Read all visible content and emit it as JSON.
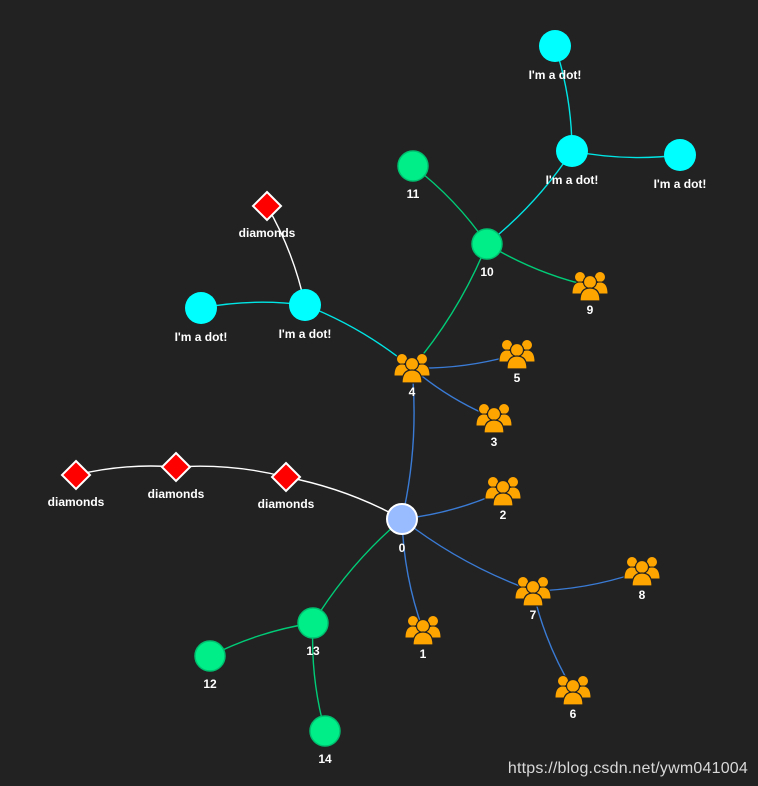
{
  "graph": {
    "colors": {
      "background": "#222222",
      "root": "#99bbff",
      "dot": "#00ffff",
      "green": "#00ee88",
      "people": "#ffa500",
      "diamond": "#ff0000",
      "edge_blue": "#3a7bd5",
      "edge_green": "#00cc77",
      "edge_cyan": "#00e5e5",
      "edge_white": "#ffffff",
      "label": "#ffffff"
    },
    "nodes": [
      {
        "id": "n0",
        "label": "0",
        "shape": "root-circle",
        "icon": "circle"
      },
      {
        "id": "n1",
        "label": "1",
        "shape": "people",
        "icon": "people-group-icon"
      },
      {
        "id": "n2",
        "label": "2",
        "shape": "people",
        "icon": "people-group-icon"
      },
      {
        "id": "n3",
        "label": "3",
        "shape": "people",
        "icon": "people-group-icon"
      },
      {
        "id": "n4",
        "label": "4",
        "shape": "people",
        "icon": "people-group-icon"
      },
      {
        "id": "n5",
        "label": "5",
        "shape": "people",
        "icon": "people-group-icon"
      },
      {
        "id": "n6",
        "label": "6",
        "shape": "people",
        "icon": "people-group-icon"
      },
      {
        "id": "n7",
        "label": "7",
        "shape": "people",
        "icon": "people-group-icon"
      },
      {
        "id": "n8",
        "label": "8",
        "shape": "people",
        "icon": "people-group-icon"
      },
      {
        "id": "n9",
        "label": "9",
        "shape": "people",
        "icon": "people-group-icon"
      },
      {
        "id": "n10",
        "label": "10",
        "shape": "green-circle",
        "icon": "circle"
      },
      {
        "id": "n11",
        "label": "11",
        "shape": "green-circle",
        "icon": "circle"
      },
      {
        "id": "n12",
        "label": "12",
        "shape": "green-circle",
        "icon": "circle"
      },
      {
        "id": "n13",
        "label": "13",
        "shape": "green-circle",
        "icon": "circle"
      },
      {
        "id": "n14",
        "label": "14",
        "shape": "green-circle",
        "icon": "circle"
      },
      {
        "id": "d1",
        "label": "I'm a dot!",
        "shape": "dot",
        "icon": "circle"
      },
      {
        "id": "d2",
        "label": "I'm a dot!",
        "shape": "dot",
        "icon": "circle"
      },
      {
        "id": "d3",
        "label": "I'm a dot!",
        "shape": "dot",
        "icon": "circle"
      },
      {
        "id": "d4",
        "label": "I'm a dot!",
        "shape": "dot",
        "icon": "circle"
      },
      {
        "id": "d5",
        "label": "I'm a dot!",
        "shape": "dot",
        "icon": "circle"
      },
      {
        "id": "m1",
        "label": "diamonds",
        "shape": "diamond",
        "icon": "diamond"
      },
      {
        "id": "m2",
        "label": "diamonds",
        "shape": "diamond",
        "icon": "diamond"
      },
      {
        "id": "m3",
        "label": "diamonds",
        "shape": "diamond",
        "icon": "diamond"
      },
      {
        "id": "m4",
        "label": "diamonds",
        "shape": "diamond",
        "icon": "diamond"
      }
    ],
    "edges": [
      {
        "from": "n0",
        "to": "n4",
        "color": "blue"
      },
      {
        "from": "n0",
        "to": "n1",
        "color": "blue"
      },
      {
        "from": "n0",
        "to": "n2",
        "color": "blue"
      },
      {
        "from": "n0",
        "to": "n7",
        "color": "blue"
      },
      {
        "from": "n0",
        "to": "n13",
        "color": "green"
      },
      {
        "from": "n0",
        "to": "m3",
        "color": "white"
      },
      {
        "from": "m3",
        "to": "m2",
        "color": "white"
      },
      {
        "from": "m2",
        "to": "m1",
        "color": "white"
      },
      {
        "from": "n4",
        "to": "n5",
        "color": "blue"
      },
      {
        "from": "n4",
        "to": "n3",
        "color": "blue"
      },
      {
        "from": "n4",
        "to": "n10",
        "color": "green"
      },
      {
        "from": "n4",
        "to": "d4",
        "color": "cyan"
      },
      {
        "from": "d4",
        "to": "d5",
        "color": "cyan"
      },
      {
        "from": "d4",
        "to": "m4",
        "color": "white"
      },
      {
        "from": "n10",
        "to": "n11",
        "color": "green"
      },
      {
        "from": "n10",
        "to": "n9",
        "color": "green"
      },
      {
        "from": "n10",
        "to": "d2",
        "color": "cyan"
      },
      {
        "from": "d2",
        "to": "d1",
        "color": "cyan"
      },
      {
        "from": "d2",
        "to": "d3",
        "color": "cyan"
      },
      {
        "from": "n7",
        "to": "n8",
        "color": "blue"
      },
      {
        "from": "n7",
        "to": "n6",
        "color": "blue"
      },
      {
        "from": "n13",
        "to": "n12",
        "color": "green"
      },
      {
        "from": "n13",
        "to": "n14",
        "color": "green"
      }
    ]
  },
  "watermark": "https://blog.csdn.net/ywm041004"
}
